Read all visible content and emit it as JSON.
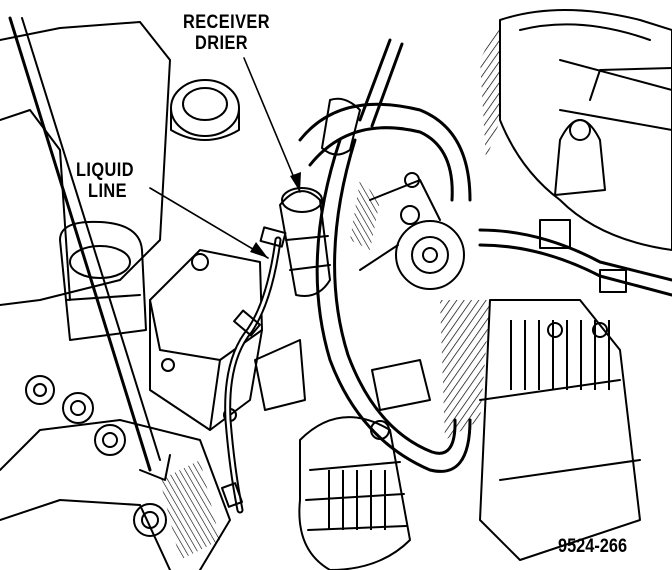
{
  "diagram": {
    "callouts": {
      "receiver_drier": [
        "RECEIVER",
        "DRIER"
      ],
      "liquid_line": [
        "LIQUID",
        "LINE"
      ]
    },
    "figure_number": "9524-266",
    "colors": {
      "ink": "#000000",
      "paper": "#ffffff"
    }
  }
}
